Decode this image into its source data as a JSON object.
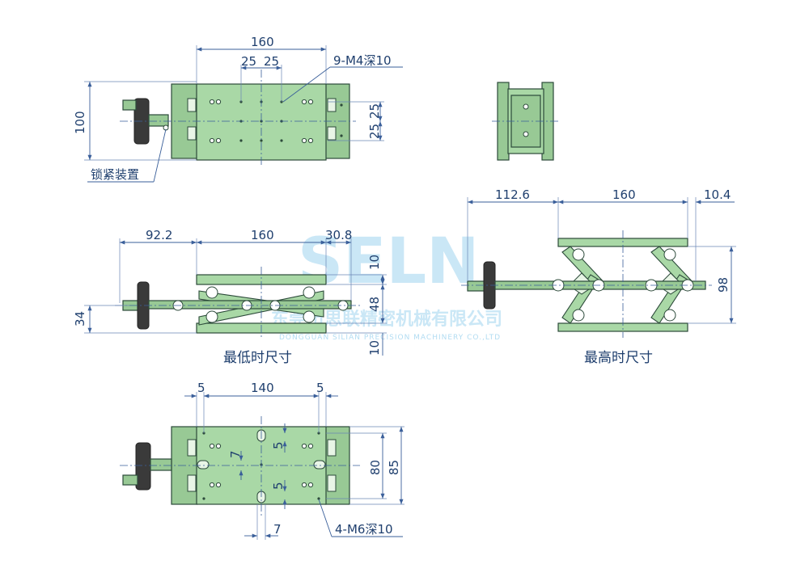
{
  "watermark": {
    "logo": "SELN",
    "company": "东莞市思联精密机械有限公司",
    "company_en": "DONGGUAN SILIAN PRECISION MACHINERY CO.,LTD"
  },
  "top_view": {
    "dim_width": "160",
    "dim_pitch_left": "25",
    "dim_pitch_right": "25",
    "dim_height": "100",
    "dim_right_upper": "25",
    "dim_right_lower": "25",
    "tapped_holes": "9-M4深10",
    "lock_device": "锁紧装置"
  },
  "lowest_view": {
    "dim_knob": "92.2",
    "dim_width": "160",
    "dim_right": "30.8",
    "dim_top": "10",
    "dim_mid": "48",
    "dim_bottom": "10",
    "dim_left": "34",
    "caption": "最低时尺寸"
  },
  "highest_view": {
    "dim_knob": "112.6",
    "dim_width": "160",
    "dim_right": "10.4",
    "dim_height": "98",
    "caption": "最高时尺寸"
  },
  "bottom_view": {
    "dim_left": "5",
    "dim_width": "140",
    "dim_right": "5",
    "dim_7_inner": "7",
    "dim_5_upper": "5",
    "dim_5_lower": "5",
    "dim_80": "80",
    "dim_85": "85",
    "dim_7_bottom": "7",
    "tapped_holes": "4-M6深10"
  },
  "colors": {
    "plate": "#a9d8a6",
    "dimension_line": "#3a5f9a",
    "text": "#1f3f6e",
    "watermark": "#9fd4ef"
  }
}
